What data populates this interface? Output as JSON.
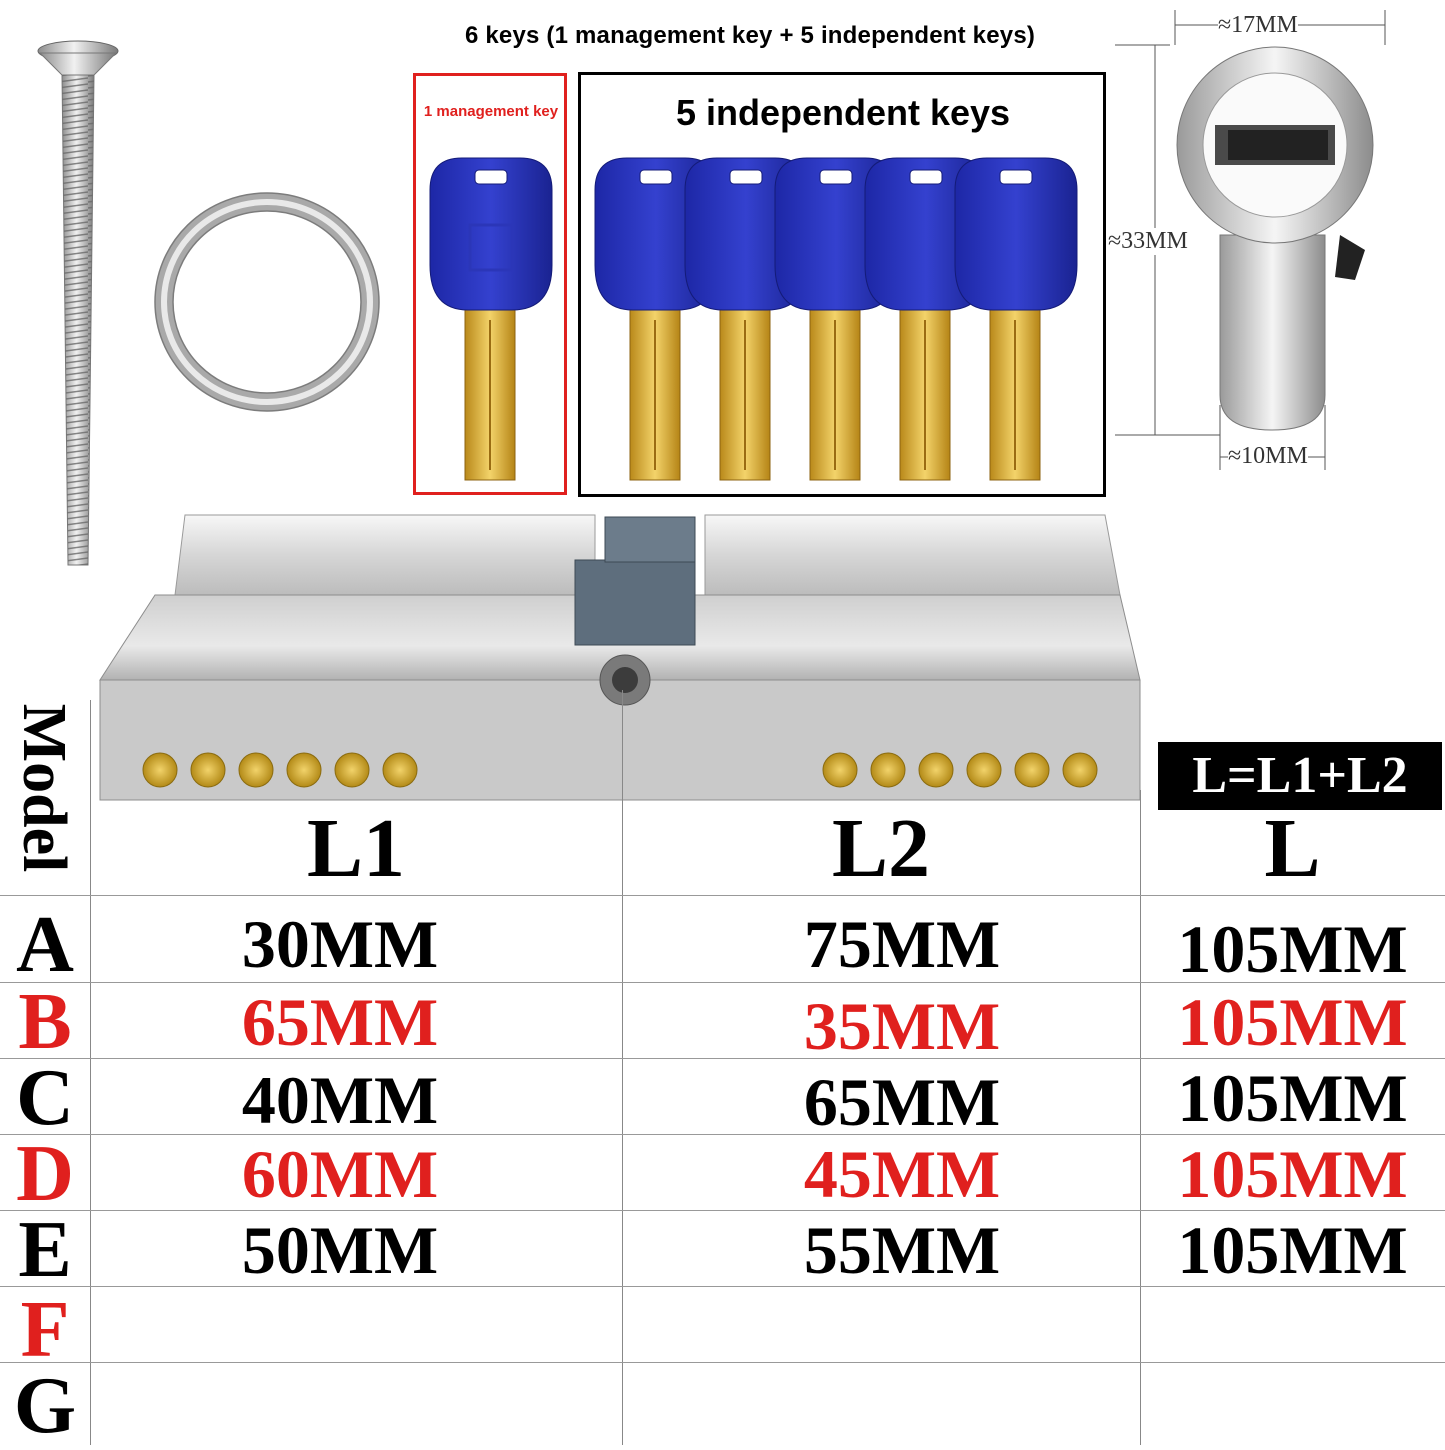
{
  "keys_heading": "6 keys (1 management key + 5 independent keys)",
  "management_key_label": "1 management key",
  "independent_keys_label": "5 independent keys",
  "dimensions": {
    "width_top": "≈17MM",
    "height": "≈33MM",
    "width_bottom": "≈10MM"
  },
  "formula": "L=L1+L2",
  "table": {
    "model_label": "Model",
    "headers": [
      "L1",
      "L2",
      "L"
    ],
    "rows": [
      {
        "model": "A",
        "l1": "30MM",
        "l2": "75MM",
        "l": "105MM",
        "color": "#000000"
      },
      {
        "model": "B",
        "l1": "65MM",
        "l2": "35MM",
        "l": "105MM",
        "color": "#e0201e"
      },
      {
        "model": "C",
        "l1": "40MM",
        "l2": "65MM",
        "l": "105MM",
        "color": "#000000"
      },
      {
        "model": "D",
        "l1": "60MM",
        "l2": "45MM",
        "l": "105MM",
        "color": "#e0201e"
      },
      {
        "model": "E",
        "l1": "50MM",
        "l2": "55MM",
        "l": "105MM",
        "color": "#000000"
      },
      {
        "model": "F",
        "l1": "",
        "l2": "",
        "l": "",
        "color": "#e0201e"
      },
      {
        "model": "G",
        "l1": "",
        "l2": "",
        "l": "",
        "color": "#000000"
      }
    ]
  },
  "images": {
    "screw": "screw-photo",
    "ring": "split-ring-photo",
    "key": "blue-key-icon",
    "cylinder": "lock-cylinder-photo",
    "profile": "cylinder-profile-drawing"
  }
}
